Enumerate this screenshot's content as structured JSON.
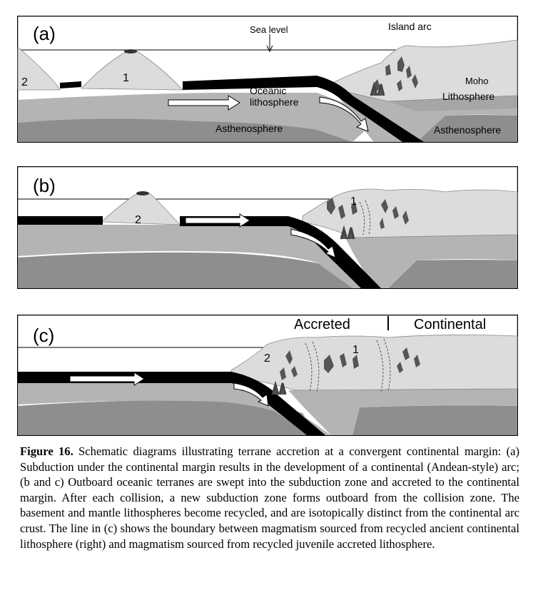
{
  "panels": [
    {
      "id": "a",
      "letter": "(a)",
      "labels": {
        "sea_level": "Sea level",
        "island_arc": "Island arc",
        "moho": "Moho",
        "lithosphere": "Lithosphere",
        "oceanic_line1": "Oceanic",
        "oceanic_line2": "lithosphere",
        "asthenosphere_left": "Asthenosphere",
        "asthenosphere_right": "Asthenosphere",
        "num1": "1",
        "num2": "2"
      }
    },
    {
      "id": "b",
      "letter": "(b)",
      "labels": {
        "num1": "1",
        "num2": "2"
      }
    },
    {
      "id": "c",
      "letter": "(c)",
      "labels": {
        "accreted": "Accreted",
        "continental": "Continental",
        "num1": "1",
        "num2": "2"
      }
    }
  ],
  "caption": {
    "figure_label": "Figure 16.",
    "text": " Schematic diagrams illustrating terrane accretion at a convergent continental margin: (a) Subduction under the continental margin results in the development of a continental (Andean-style) arc; (b and c) Outboard oceanic terranes are swept into the subduction zone and accreted to the continental margin. After each collision, a new subduction zone forms outboard from the collision zone. The basement and mantle lithospheres become recycled, and are isotopically distinct from the continental arc crust. The line in (c) shows the boundary between magmatism sourced from recycled ancient continental lithosphere (right) and magmatism sourced from recycled juvenile accreted lithosphere."
  },
  "colors": {
    "crust": "#dcdcdc",
    "lithosphere": "#b4b4b4",
    "asthenosphere": "#8e8e8e",
    "slab": "#000000",
    "pluton": "#555555",
    "arrow": "#ffffff"
  }
}
